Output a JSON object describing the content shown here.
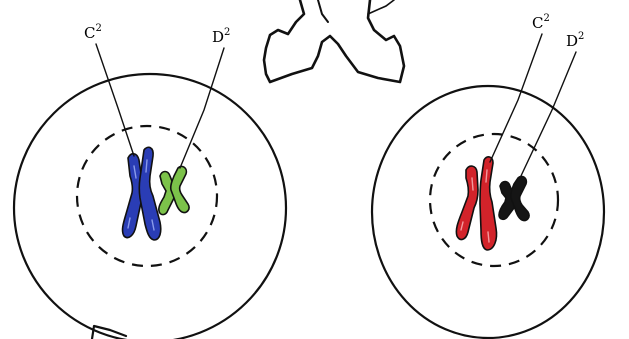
{
  "labels": {
    "left_c": "C",
    "left_c_sup": "2",
    "left_d": "D",
    "left_d_sup": "2",
    "right_c": "C",
    "right_c_sup": "2",
    "right_d": "D",
    "right_d_sup": "2"
  },
  "colors": {
    "outline": "#111111",
    "left_c_chromosome": "#2a3db5",
    "left_d_chromosome": "#7cc24a",
    "right_c_chromosome": "#d2232a",
    "right_d_chromosome": "#151515"
  }
}
